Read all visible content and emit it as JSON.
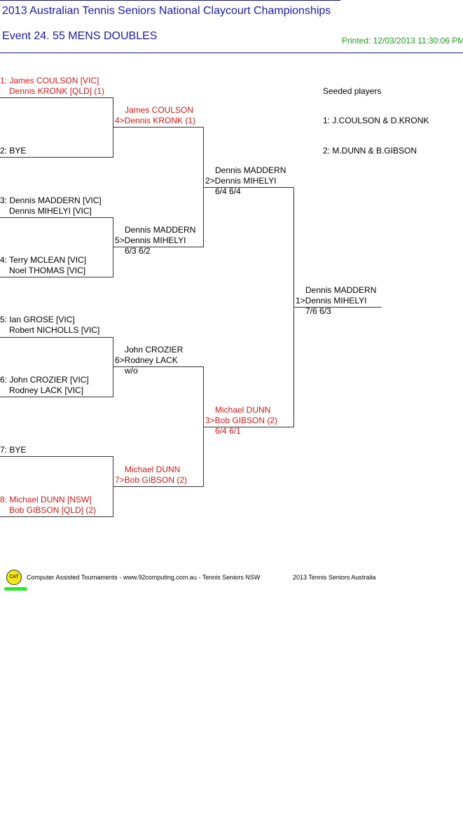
{
  "header": {
    "title": "2013 Australian Tennis Seniors National Claycourt Championships",
    "event": "Event 24. 55 MENS DOUBLES",
    "printed": "Printed: 12/03/2013 11:30:06 PM"
  },
  "draw": [
    {
      "l1": "1: James COULSON [VIC]",
      "l2": "Dennis KRONK [QLD] (1)"
    },
    {
      "l1": "2: BYE",
      "l2": ""
    },
    {
      "l1": "3: Dennis MADDERN [VIC]",
      "l2": "Dennis MIHELYI [VIC]"
    },
    {
      "l1": "4: Terry MCLEAN [VIC]",
      "l2": "Noel THOMAS [VIC]"
    },
    {
      "l1": "5: Ian GROSE [VIC]",
      "l2": "Robert NICHOLLS [VIC]"
    },
    {
      "l1": "6: John CROZIER [VIC]",
      "l2": "Rodney LACK [VIC]"
    },
    {
      "l1": "7: BYE",
      "l2": ""
    },
    {
      "l1": "8: Michael DUNN [NSW]",
      "l2": "Bob GIBSON [QLD] (2)"
    }
  ],
  "round2": [
    {
      "l1": "James COULSON",
      "l2": "4>Dennis KRONK (1)",
      "score": ""
    },
    {
      "l1": "Dennis MADDERN",
      "l2": "5>Dennis MIHELYI",
      "score": "6/3 6/2"
    },
    {
      "l1": "John CROZIER",
      "l2": "6>Rodney LACK",
      "score": "w/o"
    },
    {
      "l1": "Michael DUNN",
      "l2": "7>Bob GIBSON (2)",
      "score": ""
    }
  ],
  "semis": [
    {
      "l1": "Dennis MADDERN",
      "l2": "2>Dennis MIHELYI",
      "score": "6/4 6/4"
    },
    {
      "l1": "Michael DUNN",
      "l2": "3>Bob GIBSON (2)",
      "score": "6/4 6/1"
    }
  ],
  "final": {
    "l1": "Dennis MADDERN",
    "l2": "1>Dennis MIHELYI",
    "score": "7/6 6/3"
  },
  "seeds": {
    "heading": "Seeded players",
    "items": [
      "1: J.COULSON & D.KRONK",
      "2: M.DUNN & B.GIBSON"
    ]
  },
  "footer": {
    "logo": "CAT",
    "credit": "Computer Assisted Tournaments - www.92computing.com.au -  Tennis Seniors NSW",
    "copyright": "2013 Tennis Seniors Australia"
  },
  "colors": {
    "title": "#1a1aa6",
    "seed": "#d01818",
    "printed": "#1e9a1e"
  }
}
